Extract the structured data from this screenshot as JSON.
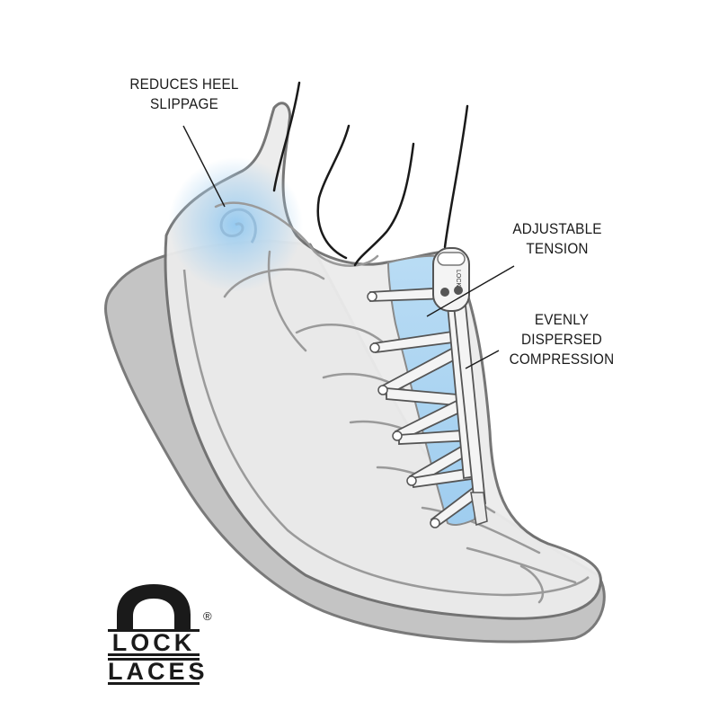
{
  "callouts": {
    "heel": [
      "REDUCES HEEL",
      "SLIPPAGE"
    ],
    "tension": [
      "ADJUSTABLE",
      "TENSION"
    ],
    "compression": [
      "EVENLY",
      "DISPERSED",
      "COMPRESSION"
    ]
  },
  "logo": {
    "line1": "LOCK",
    "line2": "LACES",
    "registered": "®",
    "lock_button_text": "LOCK"
  },
  "colors": {
    "outline": "#6f6f6f",
    "sole": "#c4c4c4",
    "upper_fill": "#ececec",
    "highlight_blue": "#a9d2f0",
    "lace": "#f4f4f4",
    "ink": "#1a1a1a"
  }
}
